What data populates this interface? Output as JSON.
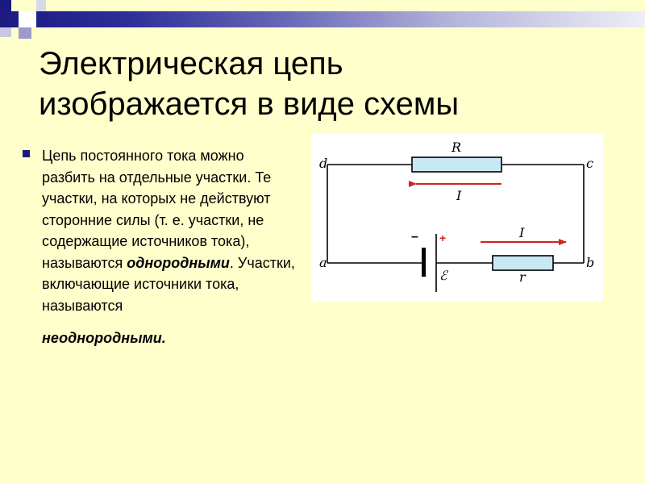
{
  "slide": {
    "title_line1": "Электрическая цепь",
    "title_line2": "изображается в виде схемы"
  },
  "bullet": {
    "text_before": "Цепь постоянного тока можно разбить на отдельные участки. Те участки, на которых не действуют сторонние силы (т. е. участки, не содержащие источников тока), называются ",
    "emph1": "однородными",
    "text_middle": ". Участки, включающие источники тока, называются",
    "emph2": "неоднородными",
    "text_after": "."
  },
  "circuit": {
    "node_d": "d",
    "node_c": "c",
    "node_a": "a",
    "node_b": "b",
    "resistor_R": "R",
    "resistor_r": "r",
    "current_top": "I",
    "current_bottom": "I",
    "emf": "ℰ",
    "minus": "–",
    "plus": "+",
    "colors": {
      "wire": "#000000",
      "resistor_fill": "#C8E8F4",
      "arrow": "#D42020",
      "polarity": "#D42020"
    }
  }
}
